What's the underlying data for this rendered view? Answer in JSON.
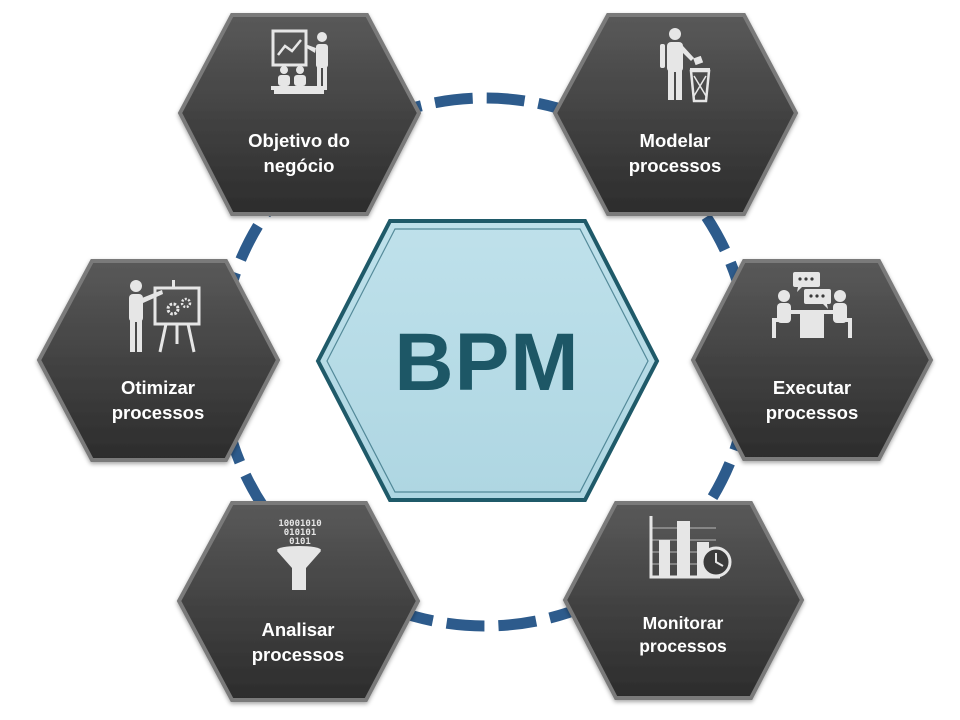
{
  "center": {
    "label": "BPM"
  },
  "nodes": [
    {
      "id": "objetivo",
      "line1": "Objetivo do",
      "line2": "negócio",
      "icon": "presentation-audience-icon"
    },
    {
      "id": "modelar",
      "line1": "Modelar",
      "line2": "processos",
      "icon": "person-trash-bin-icon"
    },
    {
      "id": "executar",
      "line1": "Executar",
      "line2": "processos",
      "icon": "meeting-chat-icon"
    },
    {
      "id": "monitorar",
      "line1": "Monitorar",
      "line2": "processos",
      "icon": "bar-chart-clock-icon"
    },
    {
      "id": "analisar",
      "line1": "Analisar",
      "line2": "processos",
      "icon": "funnel-binary-icon",
      "binary": [
        "10001010",
        "010101",
        "0101"
      ]
    },
    {
      "id": "otimizar",
      "line1": "Otimizar",
      "line2": "processos",
      "icon": "presenter-gears-board-icon"
    }
  ],
  "colors": {
    "node_fill_top": "#545454",
    "node_fill_bottom": "#2e2e2e",
    "node_border": "#7a7a7a",
    "center_fill": "#b9dde8",
    "center_border": "#1f5a69",
    "center_text": "#1d5766",
    "ring": "#2d5b8c",
    "icon": "#e8e8e8"
  }
}
